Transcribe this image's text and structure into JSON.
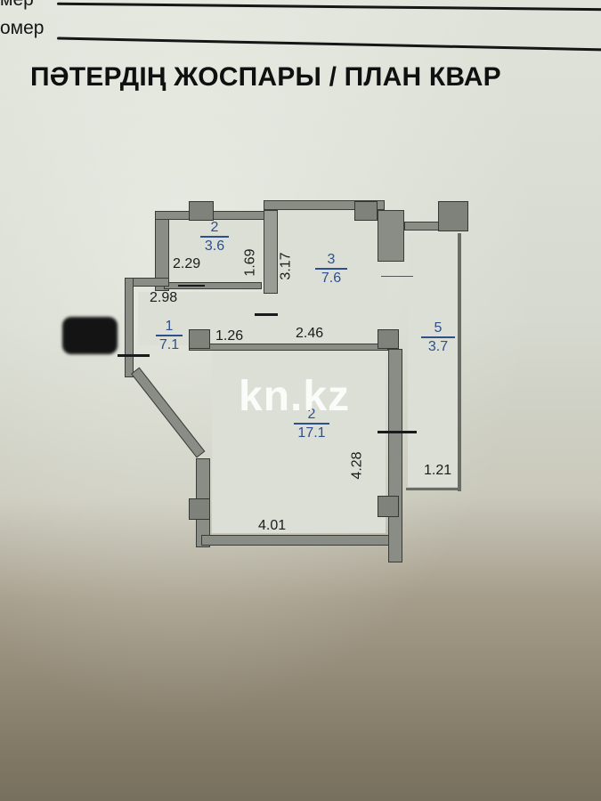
{
  "header": {
    "field_1_label": "мер",
    "field_2_label": "омер",
    "title": "ПӘТЕРДІҢ ЖОСПАРЫ / ПЛАН КВАР"
  },
  "floor_plan": {
    "rooms": [
      {
        "number": "1",
        "area": "7.1"
      },
      {
        "number": "2",
        "area": "3.6"
      },
      {
        "number": "3",
        "area": "7.6"
      },
      {
        "number": "2",
        "area": "17.1"
      },
      {
        "number": "5",
        "area": "3.7"
      }
    ],
    "dimensions": {
      "room2_width": "2.29",
      "room2_height": "1.69",
      "room3_height": "3.17",
      "hall_width": "2.98",
      "hall_segment": "1.26",
      "room3_width": "2.46",
      "room4_width": "4.01",
      "room4_height": "4.28",
      "balcony_width": "1.21"
    },
    "watermark": "kn.kz"
  },
  "colors": {
    "wall": "#8a8d86",
    "room_label": "#2f4f8a",
    "paper": "#dfe3da"
  }
}
